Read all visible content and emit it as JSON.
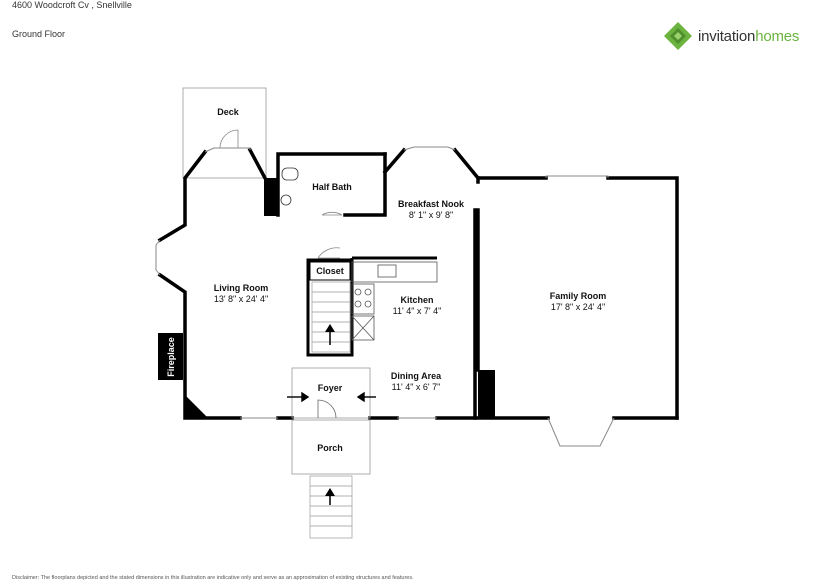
{
  "header": {
    "address": "4600 Woodcroft Cv , Snellville",
    "floor": "Ground Floor"
  },
  "brand": {
    "name_part1": "invitation",
    "name_part2": "homes",
    "icon": "invitation-homes-logo-icon",
    "accent_color": "#6cb33f"
  },
  "rooms": {
    "deck": {
      "name": "Deck"
    },
    "half_bath": {
      "name": "Half Bath"
    },
    "breakfast_nook": {
      "name": "Breakfast Nook",
      "dims": "8' 1\" x 9' 8\""
    },
    "living_room": {
      "name": "Living Room",
      "dims": "13' 8\" x 24' 4\""
    },
    "closet": {
      "name": "Closet"
    },
    "kitchen": {
      "name": "Kitchen",
      "dims": "11' 4\" x 7' 4\""
    },
    "family_room": {
      "name": "Family Room",
      "dims": "17' 8\" x 24' 4\""
    },
    "fireplace": {
      "name": "Fireplace"
    },
    "foyer": {
      "name": "Foyer"
    },
    "dining_area": {
      "name": "Dining Area",
      "dims": "11' 4\" x 6' 7\""
    },
    "porch": {
      "name": "Porch"
    }
  },
  "disclaimer": "Disclaimer: The floorplans depicted and the stated dimensions in this illustration are indicative only and serve as an approximation of existing structures and features."
}
